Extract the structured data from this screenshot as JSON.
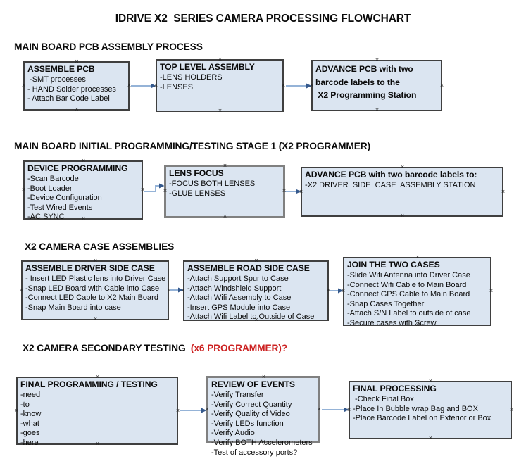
{
  "title": "IDRIVE X2  SERIES CAMERA PROCESSING FLOWCHART",
  "glyphs": {
    "connection_point": "×"
  },
  "colors": {
    "box_fill": "#dbe5f1",
    "box_border": "#3f3f3f",
    "box_border_alt": "#808080",
    "arrow_line": "#95b3d7",
    "arrow_head": "#35598c",
    "red_text": "#cc2222",
    "black_text": "#0a0a0a"
  },
  "sections": {
    "s1": {
      "heading": "MAIN BOARD PCB ASSEMBLY PROCESS"
    },
    "s2": {
      "heading": "MAIN BOARD INITIAL PROGRAMMING/TESTING STAGE 1 (X2 PROGRAMMER)"
    },
    "s3": {
      "heading": "X2 CAMERA CASE ASSEMBLIES"
    },
    "s4": {
      "heading": "X2 CAMERA SECONDARY TESTING",
      "heading_red": "  (x6 PROGRAMMER)?"
    }
  },
  "boxes": {
    "assemble_pcb": {
      "title": "ASSEMBLE PCB",
      "items": [
        " -SMT processes",
        "- HAND Solder processes",
        "- Attach Bar Code Label"
      ]
    },
    "top_level_assembly": {
      "title": "TOP LEVEL ASSEMBLY",
      "items": [
        "-LENS HOLDERS",
        "-LENSES"
      ]
    },
    "advance_pcb_to_programming": {
      "lines": [
        "ADVANCE PCB with two",
        "barcode labels to the",
        " X2 Programming Station"
      ]
    },
    "device_programming": {
      "title": "DEVICE PROGRAMMING",
      "items": [
        "-Scan Barcode",
        "-Boot Loader",
        "-Device Configuration",
        "-Test Wired Events",
        "-AC SYNC"
      ]
    },
    "lens_focus": {
      "title": "LENS FOCUS",
      "items": [
        "-FOCUS BOTH LENSES",
        "-GLUE LENSES"
      ]
    },
    "advance_pcb_to_assembly": {
      "title": "ADVANCE PCB with two barcode labels to:",
      "items": [
        "-X2 DRIVER  SIDE  CASE  ASSEMBLY STATION"
      ]
    },
    "assemble_driver_side_case": {
      "title": "ASSEMBLE DRIVER SIDE CASE",
      "items": [
        "- Insert LED Plastic lens into Driver Case",
        "-Snap LED Board with Cable into Case",
        "-Connect LED Cable to X2 Main Board",
        "-Snap Main Board into case"
      ]
    },
    "assemble_road_side_case": {
      "title": "ASSEMBLE ROAD SIDE CASE",
      "items": [
        "-Attach Support Spur to Case",
        "-Attach Windshield Support",
        "-Attach Wifi Assembly to Case",
        "-Insert GPS Module into Case",
        "-Attach Wifi Label to Outside of Case"
      ]
    },
    "join_the_two_cases": {
      "title": "JOIN THE TWO CASES",
      "items": [
        "-Slide Wifi Antenna into Driver Case",
        "-Connect Wifi Cable to Main Board",
        "-Connect GPS Cable to Main Board",
        "-Snap Cases Together",
        "-Attach S/N Label to outside of case",
        "-Secure cases with Screw"
      ]
    },
    "final_programming_testing": {
      "title": "FINAL PROGRAMMING / TESTING",
      "items": [
        "-need",
        "-to",
        "-know",
        "-what",
        "-goes",
        "-here"
      ]
    },
    "review_of_events": {
      "title": "REVIEW OF EVENTS",
      "items": [
        "-Verify Transfer",
        "-Verify Correct Quantity",
        "-Verify Quality of Video",
        "-Verify LEDs function",
        "-Verify Audio",
        "-Verify BOTH Accelerometers",
        "-Test of accessory ports?"
      ]
    },
    "final_processing": {
      "title": "FINAL PROCESSING",
      "items": [
        " -Check Final Box",
        "-Place In Bubble wrap Bag and BOX",
        "-Place Barcode Label on Exterior or Box"
      ]
    }
  }
}
